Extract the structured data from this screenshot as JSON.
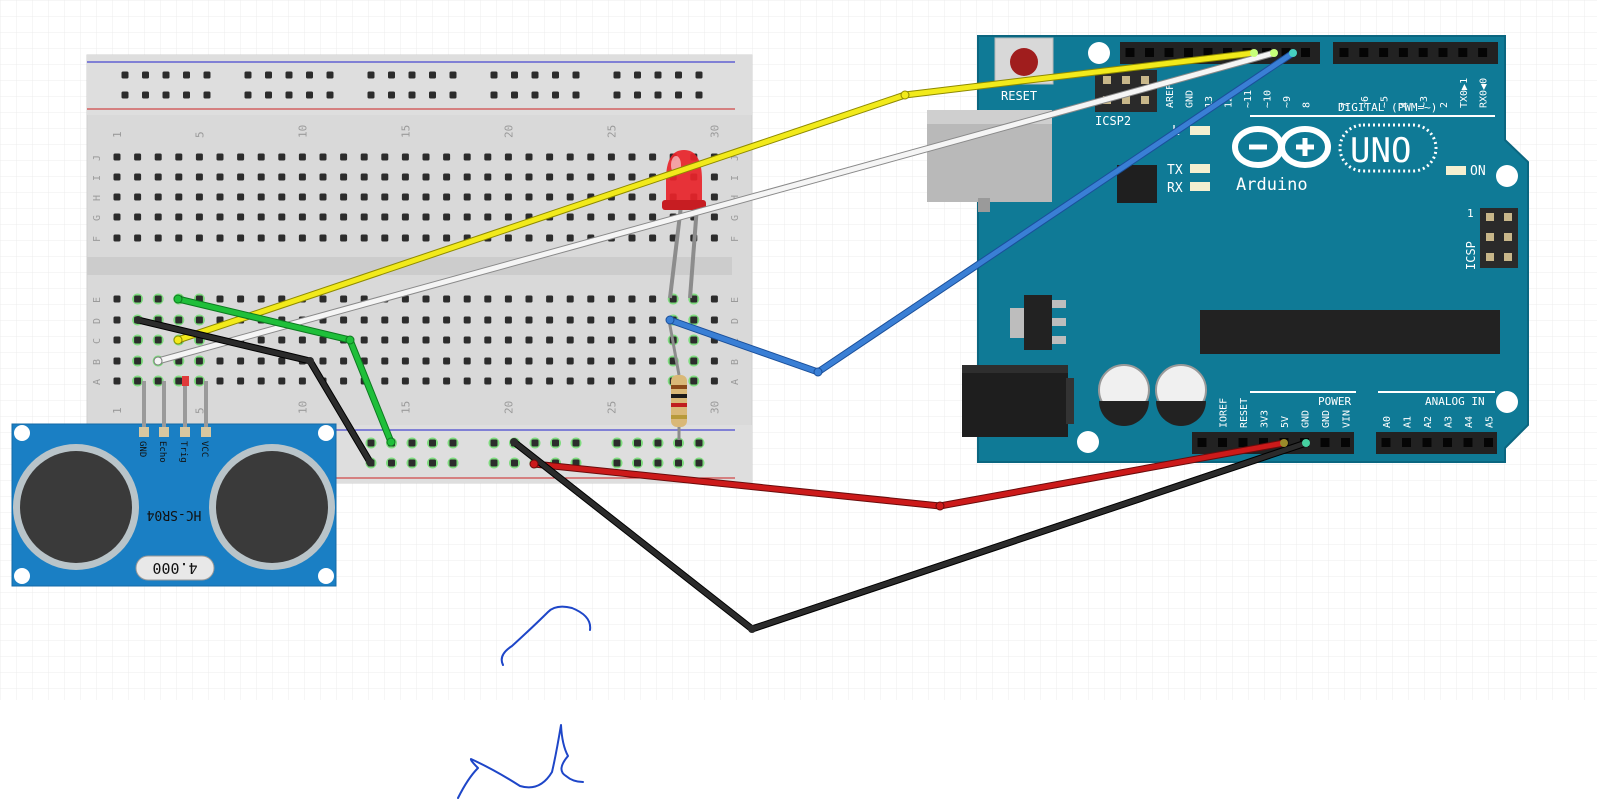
{
  "breadboard": {
    "column_numbers": [
      "1",
      "5",
      "10",
      "15",
      "20",
      "25",
      "30"
    ],
    "row_letters_top": [
      "J",
      "I",
      "H",
      "G",
      "F"
    ],
    "row_letters_bottom": [
      "E",
      "D",
      "C",
      "B",
      "A"
    ]
  },
  "sensor": {
    "model": "HC-SR04",
    "crystal": "4.000",
    "pins": [
      "GND",
      "Echo",
      "Trig",
      "VCC"
    ]
  },
  "arduino": {
    "brand": "Arduino",
    "model": "UNO",
    "reset_label": "RESET",
    "icsp2_label": "ICSP2",
    "icsp_label": "ICSP",
    "icsp_pin1": "1",
    "digital_label": "DIGITAL (PWM=~)",
    "digital_pins": [
      "AREF",
      "GND",
      "13",
      "12",
      "~11",
      "~10",
      "~9",
      "8",
      "7",
      "~6",
      "~5",
      "4",
      "~3",
      "2",
      "TX0▶1",
      "RX0◀0"
    ],
    "tx_label": "TX",
    "rx_label": "RX",
    "led_l_label": "L",
    "on_label": "ON",
    "power_label": "POWER",
    "power_pins": [
      "IOREF",
      "RESET",
      "3V3",
      "5V",
      "GND",
      "GND",
      "VIN"
    ],
    "analog_label": "ANALOG IN",
    "analog_pins": [
      "A0",
      "A1",
      "A2",
      "A3",
      "A4",
      "A5"
    ]
  },
  "colors": {
    "board": "#0f7a96",
    "sensor": "#1a7fc4",
    "wire_yellow": "#f2ea1b",
    "wire_white": "#f5f5f5",
    "wire_blue": "#3a7fd5",
    "wire_green": "#1fbf3a",
    "wire_black": "#222222",
    "wire_red": "#cc1a1a",
    "led": "#e8242a",
    "ink": "#1e46c8"
  }
}
